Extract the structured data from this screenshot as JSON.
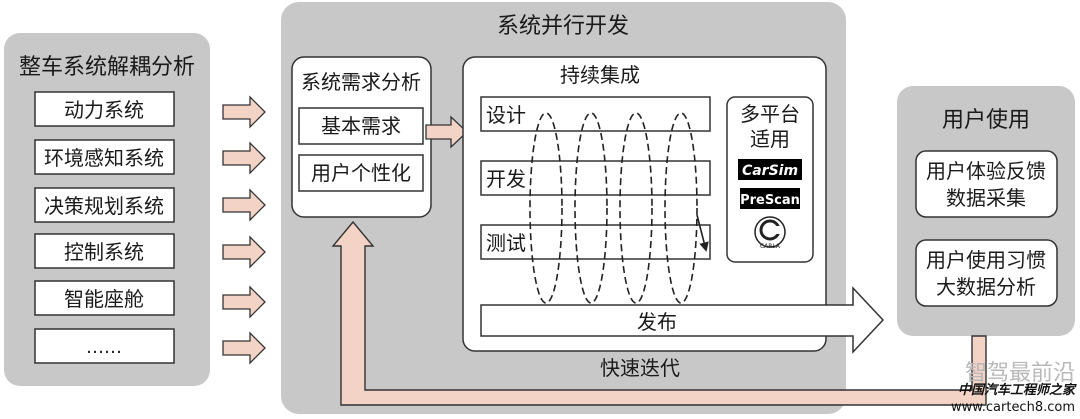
{
  "decoupling": {
    "title": "整车系统解耦分析",
    "items": [
      "动力系统",
      "环境感知系统",
      "决策规划系统",
      "控制系统",
      "智能座舱",
      "……"
    ]
  },
  "parallel": {
    "title": "系统并行开发",
    "requirements": {
      "title": "系统需求分析",
      "items": [
        "基本需求",
        "用户个性化"
      ]
    },
    "ci": {
      "title": "持续集成",
      "stages": [
        "设计",
        "开发",
        "测试"
      ],
      "release": "发布"
    },
    "platforms": {
      "title_line1": "多平台",
      "title_line2": "适用",
      "logos": [
        "CarSim",
        "PreScan",
        "CARLA"
      ]
    },
    "iteration": "快速迭代"
  },
  "usage": {
    "title": "用户使用",
    "items": [
      {
        "line1": "用户体验反馈",
        "line2": "数据采集"
      },
      {
        "line1": "用户使用习惯",
        "line2": "大数据分析"
      }
    ]
  },
  "watermark": {
    "line1": "智驾最前沿",
    "line2": "中国汽车工程师之家",
    "line3": "www.cartech8.com"
  },
  "colors": {
    "panel": "#c8c8c8",
    "arrow_fill": "#f3d3c6",
    "stroke": "#333333"
  }
}
